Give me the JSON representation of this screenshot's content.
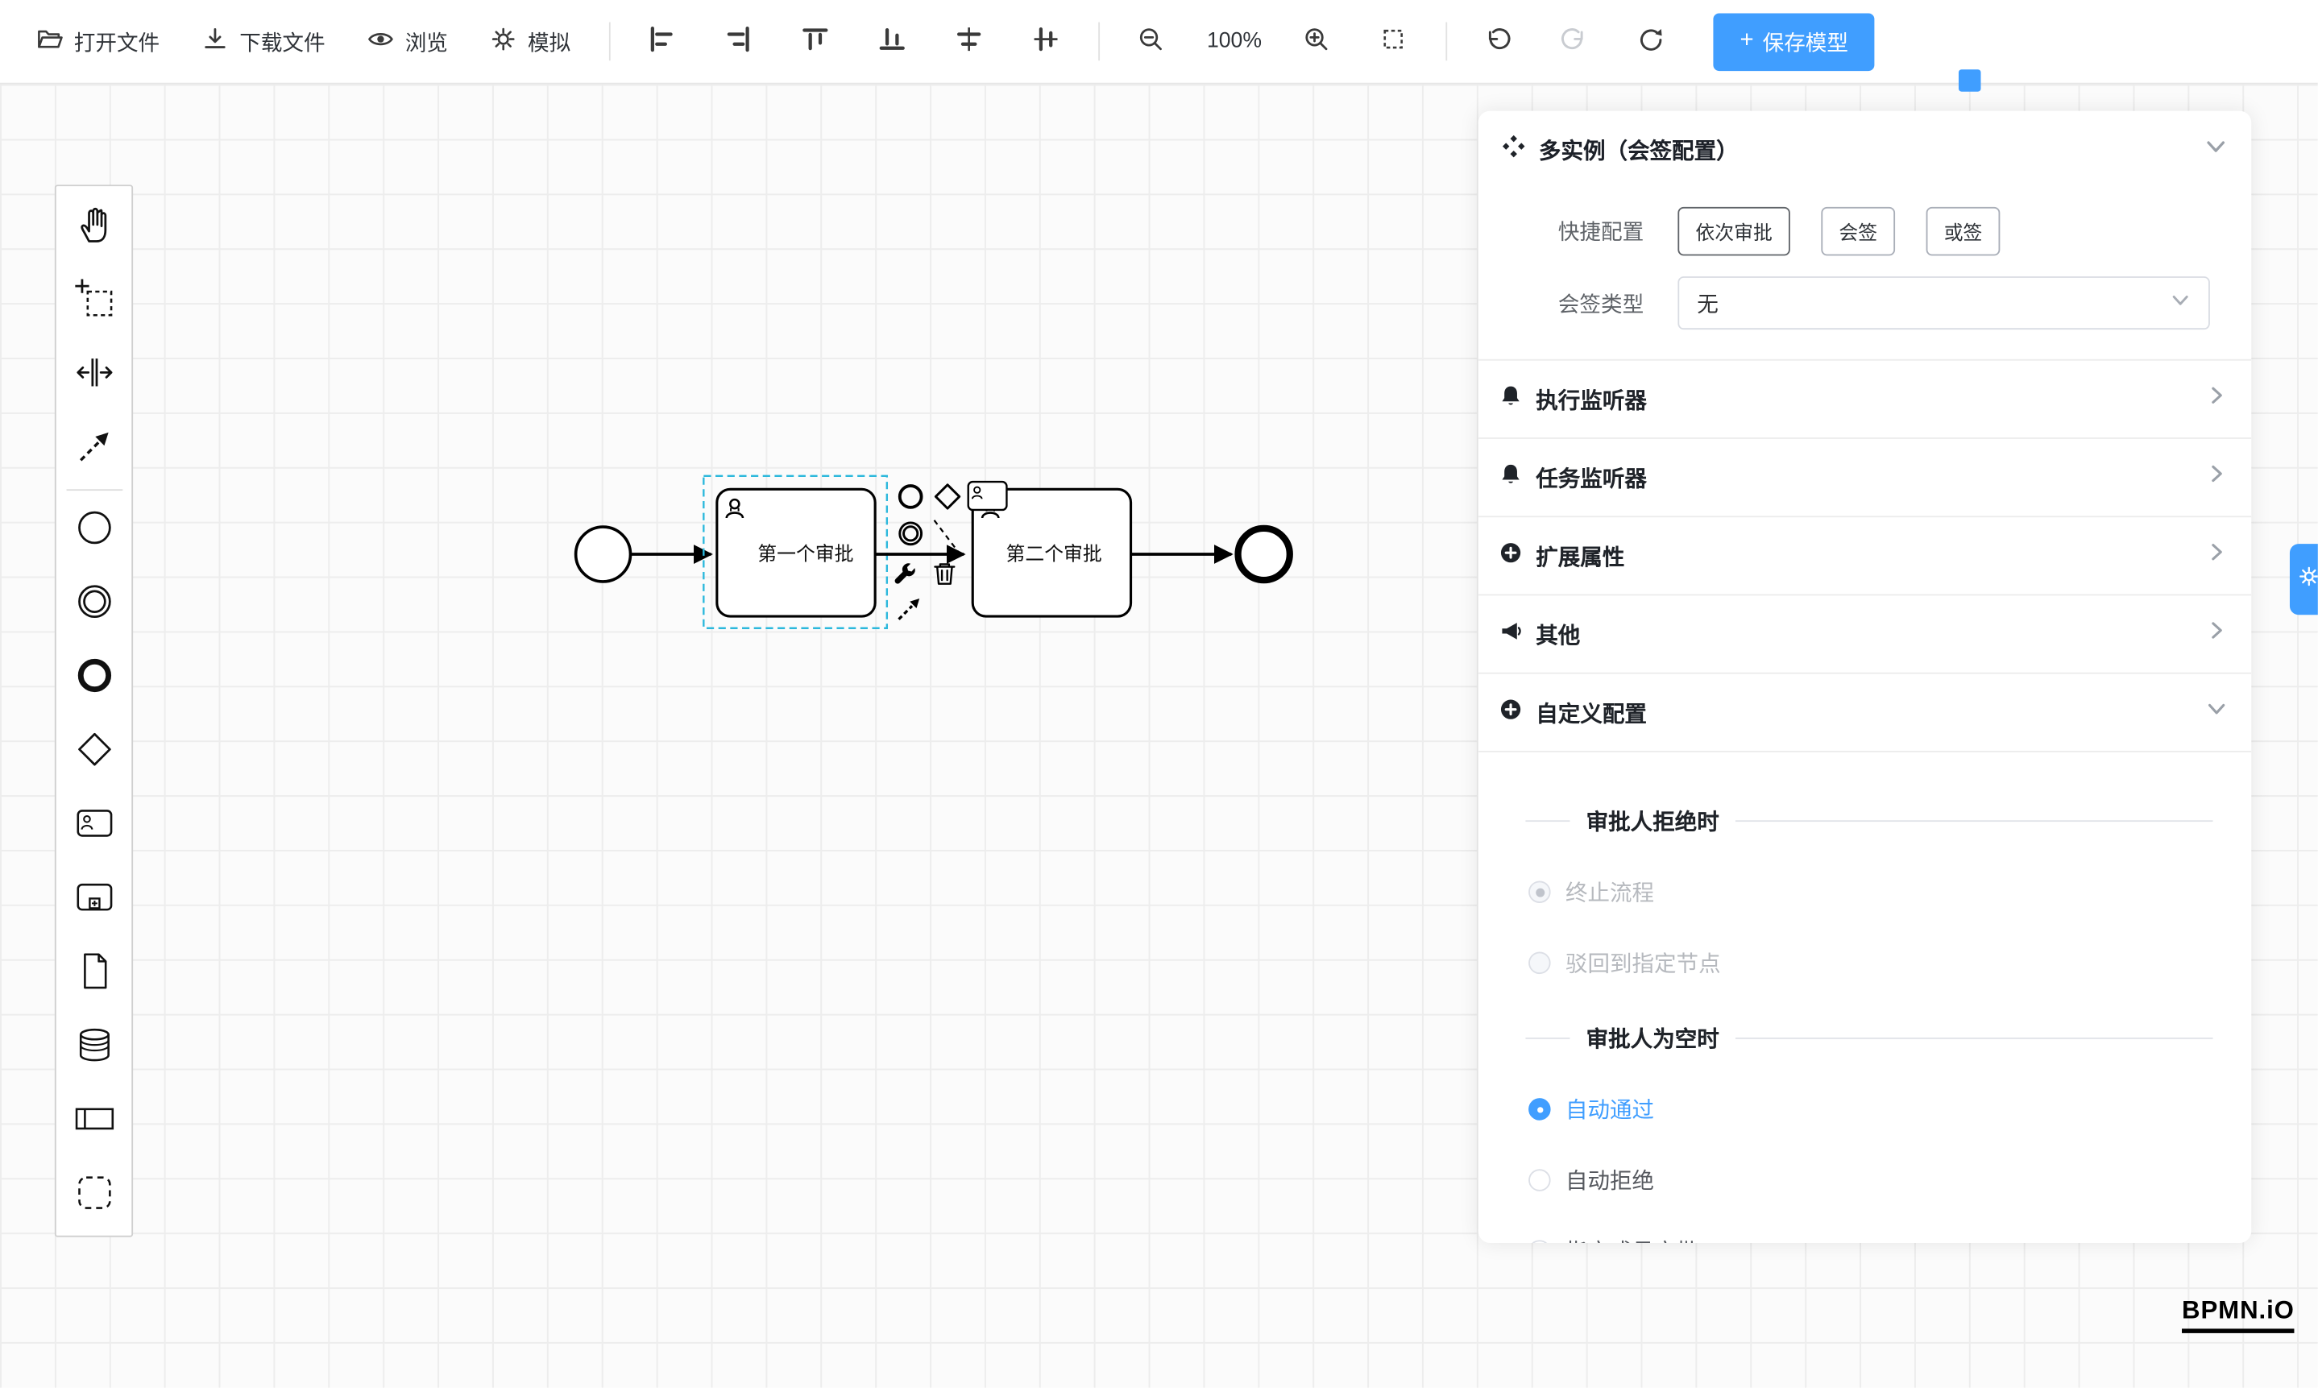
{
  "toolbar": {
    "buttons": [
      {
        "label": "打开文件"
      },
      {
        "label": "下载文件"
      },
      {
        "label": "浏览"
      },
      {
        "label": "模拟"
      }
    ],
    "zoom_level": "100%",
    "save_plus": "+",
    "save_button": "保存模型"
  },
  "canvas": {
    "task1": "第一个审批",
    "task2": "第二个审批"
  },
  "panel": {
    "title": "多实例（会签配置）",
    "quick_config_label": "快捷配置",
    "quick_options": [
      "依次审批",
      "会签",
      "或签"
    ],
    "sign_type_label": "会签类型",
    "sign_type_value": "无",
    "rows": [
      "执行监听器",
      "任务监听器",
      "扩展属性",
      "其他",
      "自定义配置"
    ],
    "reject_title": "审批人拒绝时",
    "reject_options": [
      "终止流程",
      "驳回到指定节点"
    ],
    "empty_title": "审批人为空时",
    "empty_options": [
      "自动通过",
      "自动拒绝",
      "指定成员审批"
    ]
  },
  "logo": "BPMN.iO",
  "icons": {
    "toolbar": [
      "folder-open",
      "download",
      "eye",
      "gear",
      "align-left",
      "align-right",
      "align-top",
      "align-bottom",
      "align-center-horizontal",
      "align-center-vertical",
      "zoom-out",
      "zoom-in",
      "fit-viewport",
      "undo",
      "redo",
      "refresh",
      "plus"
    ],
    "palette": [
      "hand",
      "lasso",
      "space-tool",
      "global-connect",
      "start-event",
      "intermediate-event",
      "end-event",
      "gateway",
      "user-task",
      "call-activity",
      "data-object",
      "data-store",
      "participant",
      "group"
    ],
    "panel": [
      "multi-instance",
      "bell",
      "plus-circle",
      "megaphone",
      "chevron-right",
      "chevron-down"
    ],
    "context_pad": [
      "append-end-event",
      "append-gateway",
      "append-task",
      "append-intermediate-event",
      "connection-preview",
      "wrench",
      "trash",
      "connect-arrow"
    ],
    "edge": [
      "settings-gear"
    ]
  },
  "colors": {
    "primary": "#409eff",
    "selection": "#2cb8dc",
    "disabled_text": "#b6b9be"
  }
}
